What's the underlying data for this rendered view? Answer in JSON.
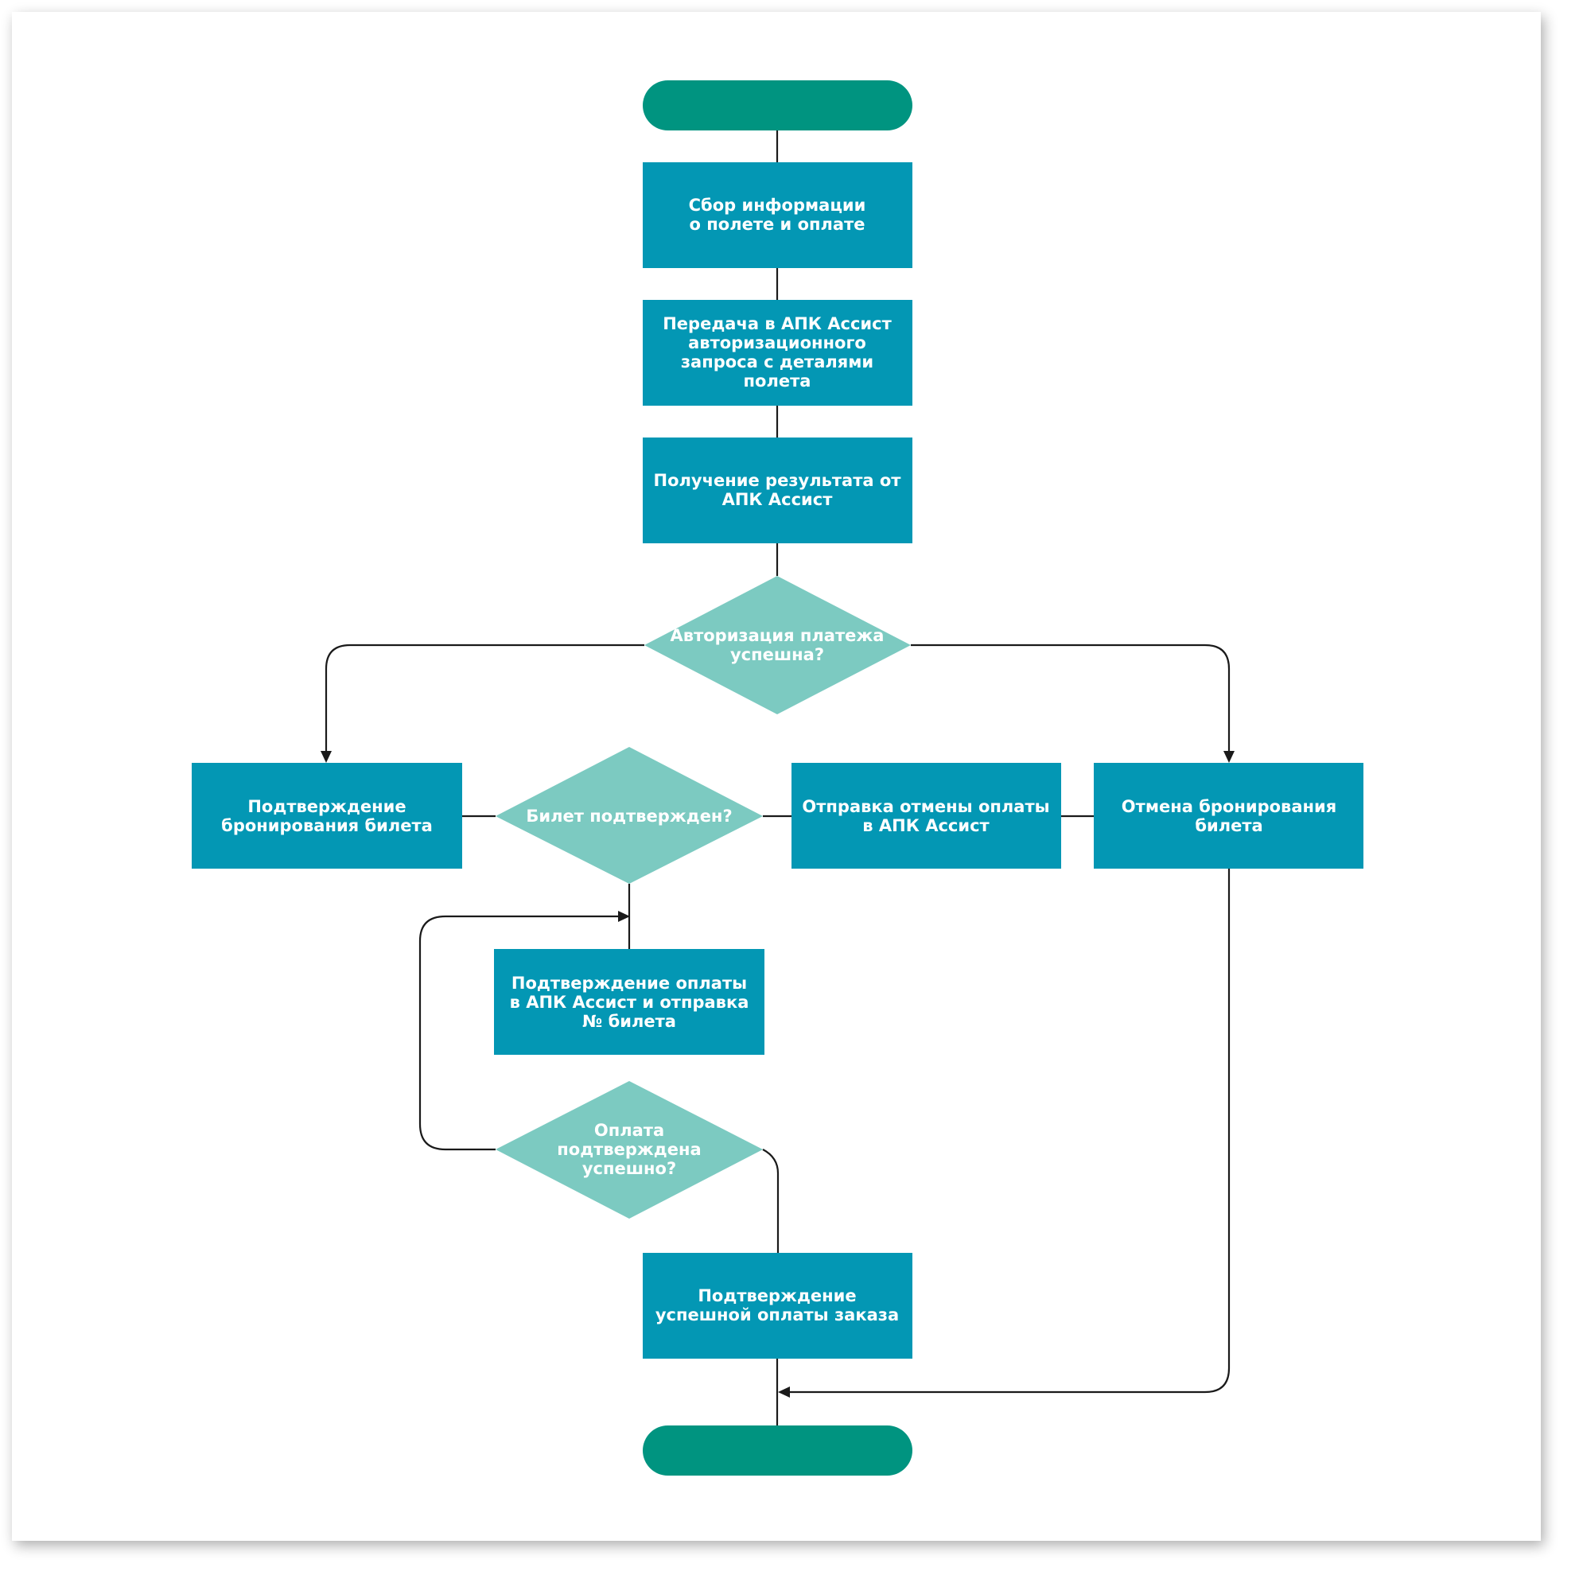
{
  "colors": {
    "terminal": "#009480",
    "process": "#0397b4",
    "decision": "#7ccac1",
    "line": "#1a1a1a",
    "text": "#ffffff"
  },
  "nodes": {
    "start": {
      "lines": []
    },
    "collect_info": {
      "lines": [
        "Сбор информации",
        "о полете и оплате"
      ]
    },
    "send_auth_request": {
      "lines": [
        "Передача в АПК Ассист",
        "авторизационного",
        "запроса с деталями",
        "полета"
      ]
    },
    "get_result": {
      "lines": [
        "Получение результата от",
        "АПК Ассист"
      ]
    },
    "auth_success_decision": {
      "lines": [
        "Авторизация платежа",
        "успешна?"
      ]
    },
    "confirm_booking": {
      "lines": [
        "Подтверждение",
        "бронирования билета"
      ]
    },
    "ticket_confirmed_decision": {
      "lines": [
        "Билет подтвержден?"
      ]
    },
    "send_cancel_payment": {
      "lines": [
        "Отправка отмены оплаты",
        "в АПК Ассист"
      ]
    },
    "cancel_booking": {
      "lines": [
        "Отмена бронирования",
        "билета"
      ]
    },
    "confirm_payment_send_ticket": {
      "lines": [
        "Подтверждение оплаты",
        "в АПК Ассист и отправка",
        "№ билета"
      ]
    },
    "payment_confirmed_decision": {
      "lines": [
        "Оплата",
        "подтверждена",
        "успешно?"
      ]
    },
    "order_paid_confirmation": {
      "lines": [
        "Подтверждение",
        "успешной оплаты заказа"
      ]
    },
    "end": {
      "lines": []
    }
  }
}
